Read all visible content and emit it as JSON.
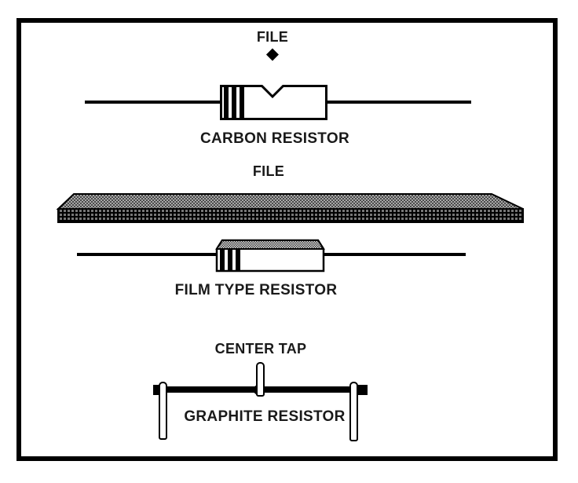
{
  "frame": {
    "border_color": "#000000",
    "background": "#ffffff"
  },
  "carbon_section": {
    "pointer_label": "FILE",
    "pointer_glyph": "◆",
    "caption": "CARBON RESISTOR"
  },
  "file_section": {
    "label": "FILE"
  },
  "film_section": {
    "caption": "FILM TYPE RESISTOR"
  },
  "graphite_section": {
    "tap_label": "CENTER TAP",
    "caption": "GRAPHITE RESISTOR"
  },
  "colors": {
    "line": "#000000",
    "resistor_body": "#ffffff",
    "file_top_surface": "#a8a8a8",
    "file_top_dots": "#4a4a4a",
    "file_front_face": "#000000",
    "file_front_dots": "#777777",
    "film_band_light": "#e8e8e8",
    "film_band_dark": "#333333"
  }
}
